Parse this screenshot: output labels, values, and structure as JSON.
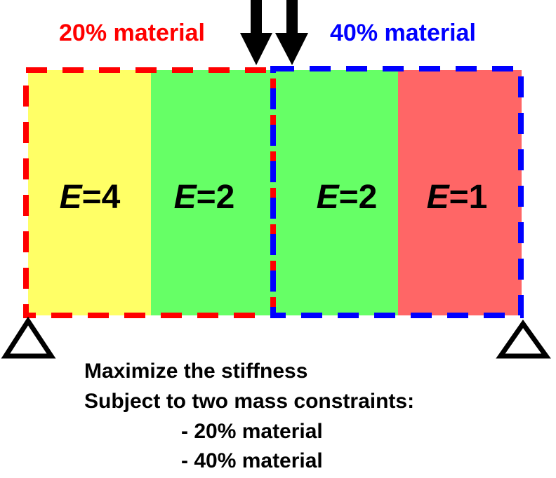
{
  "labels": {
    "left_region": "20% material",
    "right_region": "40% material"
  },
  "sections": [
    {
      "symbol": "E",
      "text": "=4",
      "color": "#ffff66"
    },
    {
      "symbol": "E",
      "text": "=2",
      "color": "#66ff66"
    },
    {
      "symbol": "E",
      "text": "=2",
      "color": "#66ff66"
    },
    {
      "symbol": "E",
      "text": "=1",
      "color": "#ff6666"
    }
  ],
  "colors": {
    "left_border": "#ff0000",
    "right_border": "#0000ff"
  },
  "caption": {
    "line1": "Maximize the stiffness",
    "line2": "Subject to two mass constraints:",
    "line3": "- 20% material",
    "line4": "- 40% material"
  }
}
